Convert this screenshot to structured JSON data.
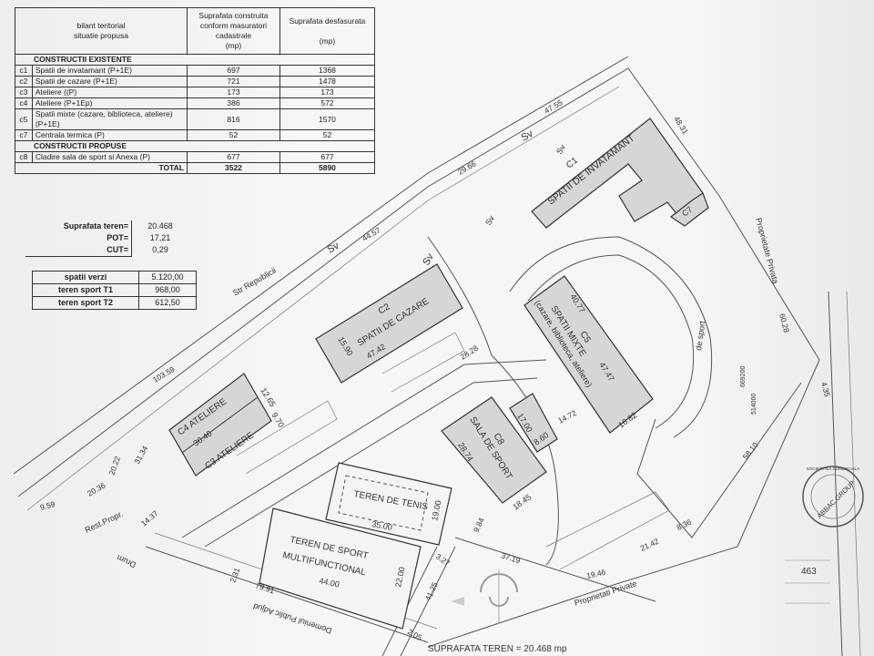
{
  "bilant": {
    "title_line1": "bilant teritorial",
    "title_line2": "situatie propusa",
    "col1_header": "Suprafata construita conform masuratori cadastrale",
    "col1_unit": "(mp)",
    "col2_header": "Suprafata desfasurata",
    "col2_unit": "(mp)",
    "section_existing": "CONSTRUCTII EXISTENTE",
    "section_proposed": "CONSTRUCTII PROPUSE",
    "rows_existing": [
      {
        "code": "c1",
        "name": "Spatii de invatamant (P+1E)",
        "built": "697",
        "total": "1368"
      },
      {
        "code": "c2",
        "name": "Spatii de cazare (P+1E)",
        "built": "721",
        "total": "1478"
      },
      {
        "code": "c3",
        "name": "Ateliere ((P)",
        "built": "173",
        "total": "173"
      },
      {
        "code": "c4",
        "name": "Ateliere (P+1Ep)",
        "built": "386",
        "total": "572"
      },
      {
        "code": "c5",
        "name": "Spatii mixte (cazare, biblioteca, ateliere) (P+1E)",
        "built": "816",
        "total": "1570"
      },
      {
        "code": "c7",
        "name": "Centrala termica (P)",
        "built": "52",
        "total": "52"
      }
    ],
    "rows_proposed": [
      {
        "code": "c8",
        "name": "Cladire sala de sport si Anexa (P)",
        "built": "677",
        "total": "677"
      }
    ],
    "total_label": "TOTAL",
    "total_built": "3522",
    "total_total": "5890"
  },
  "indices": [
    {
      "label": "Suprafata teren=",
      "value": "20.468"
    },
    {
      "label": "POT=",
      "value": "17,21"
    },
    {
      "label": "CUT=",
      "value": "0,29"
    }
  ],
  "green": [
    {
      "label": "spatii verzi",
      "value": "5.120,00"
    },
    {
      "label": "teren sport T1",
      "value": "968,00"
    },
    {
      "label": "teren sport T2",
      "value": "612,50"
    }
  ],
  "plan": {
    "c1_code": "C1",
    "c1_name": "SPATII DE INVATAMANT",
    "c7_code": "C7",
    "c2_code": "C2",
    "c2_name": "SPATII DE CAZARE",
    "c2_len": "47.42",
    "c2_w": "15.90",
    "c5_code": "C5",
    "c5_name": "SPATII MIXTE",
    "c5_sub": "(cazare, biblioteca, ateliere)",
    "c5_len": "47.47",
    "c5_len2": "40.77",
    "c5_w": "16.82",
    "c8_code": "C8",
    "c8_name": "SALA DE SPORT",
    "c8_len": "28.74",
    "c8_w": "18.45",
    "c8_annex_l": "17.00",
    "c8_annex_w": "8.60",
    "c4_name": "C4 ATELIERE",
    "c4_len": "30.40",
    "c4_w": "12.65",
    "c3_name": "C3 ATELIERE",
    "c3_w": "9.70",
    "tennis_name": "TEREN DE TENIS",
    "tennis_len": "35.00",
    "tennis_w": "19.00",
    "multi_name1": "TEREN DE SPORT",
    "multi_name2": "MULTIFUNCTIONAL",
    "multi_len": "44.00",
    "multi_w": "22.00",
    "street_republicii": "Str Republicii",
    "street_adjud": "Domeniul Public Adjud",
    "drum": "Drum",
    "rest_propr": "Rest.Propr.",
    "teren_sport": "de sport",
    "prop_private_bottom": "Proprietati Private",
    "prop_private_right": "Proprietate Privata",
    "sv": "Sv",
    "dims": [
      "47.55",
      "48.31",
      "44.57",
      "103.59",
      "28.28",
      "14.72",
      "20.36",
      "9.59",
      "31.34",
      "20.22",
      "14.37",
      "79.91",
      "41.25",
      "37.19",
      "9.84",
      "3.27",
      "2.05",
      "19.46",
      "21.42",
      "8.36",
      "58.10",
      "60.28",
      "4.35",
      "2.31",
      "29.66"
    ],
    "coord_label": "669200",
    "coord_label2": "514000",
    "surface_total": "SUPRAFATA TEREN = 20.468 mp",
    "stamp_text": "ABBAC GROUP",
    "stamp_ring": "SOCIETATEA COMERCIALA",
    "titleblock_num": "463"
  }
}
